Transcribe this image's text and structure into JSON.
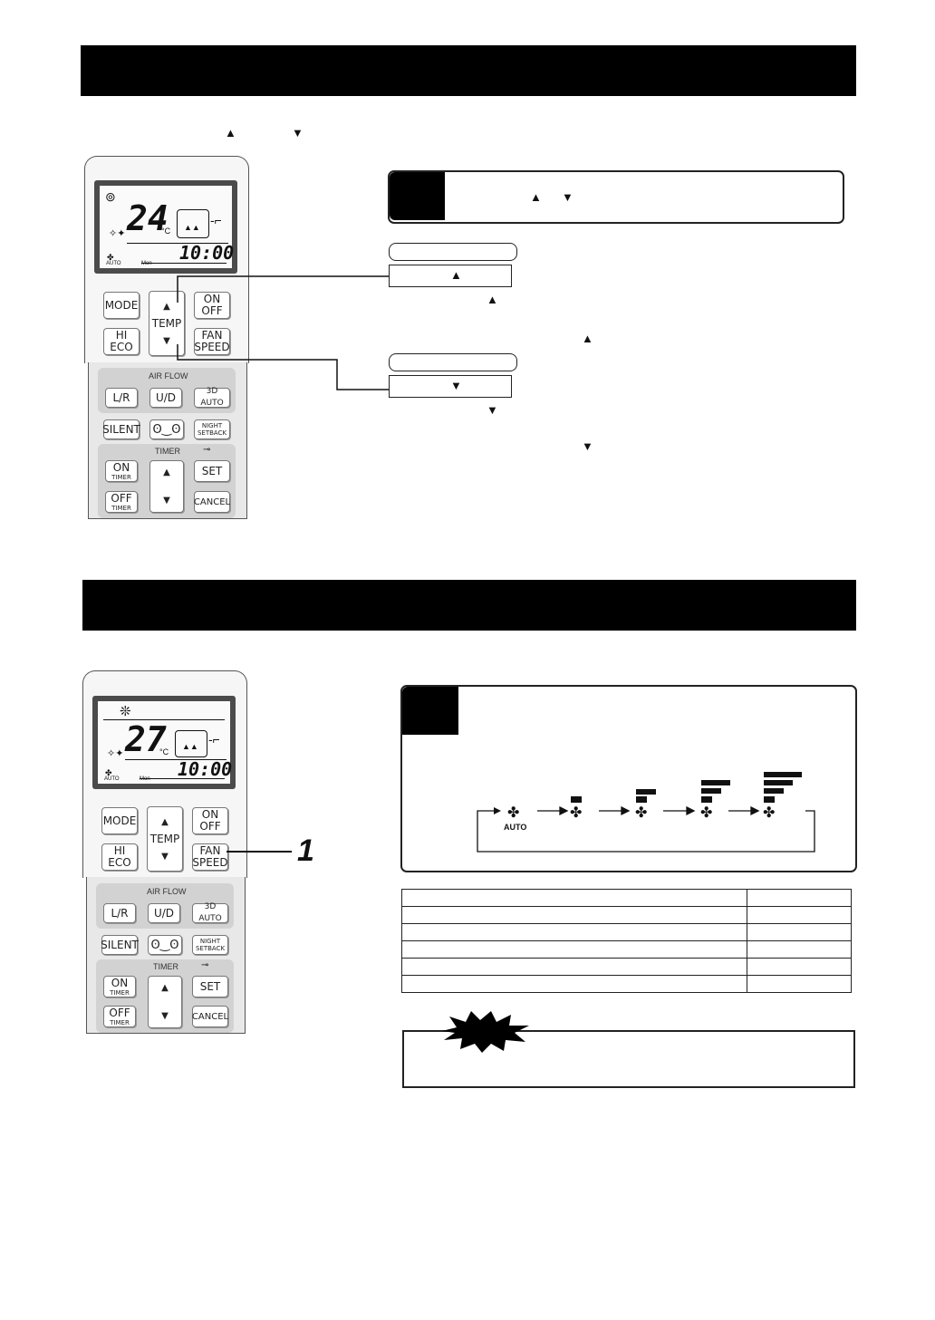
{
  "symbols": {
    "up": "▲",
    "down": "▼"
  },
  "remote1": {
    "temp_value": "24",
    "temp_unit": "°C",
    "clock": "10:00",
    "fan_mode": "AUTO",
    "small_label": "Mon",
    "buttons": {
      "mode": "MODE",
      "temp": "TEMP",
      "on_off_1": "ON",
      "on_off_2": "OFF",
      "hi_eco_1": "HI",
      "hi_eco_2": "ECO",
      "fan_speed_1": "FAN",
      "fan_speed_2": "SPEED",
      "air_flow_label": "AIR FLOW",
      "lr": "L/R",
      "ud": "U/D",
      "auto3d": "3D AUTO",
      "silent": "SILENT",
      "night_1": "NIGHT",
      "night_2": "SETBACK",
      "timer_label": "TIMER",
      "on_timer_1": "ON",
      "on_timer_2": "TIMER",
      "off_timer_1": "OFF",
      "off_timer_2": "TIMER",
      "set": "SET",
      "cancel": "CANCEL"
    }
  },
  "remote2": {
    "temp_value": "27",
    "temp_unit": "°C",
    "clock": "10:00",
    "fan_mode": "AUTO",
    "small_label": "Mon"
  },
  "callout_number": "1",
  "fan_sequence": {
    "auto_label": "AUTO",
    "levels": [
      0,
      1,
      2,
      3,
      4
    ]
  }
}
